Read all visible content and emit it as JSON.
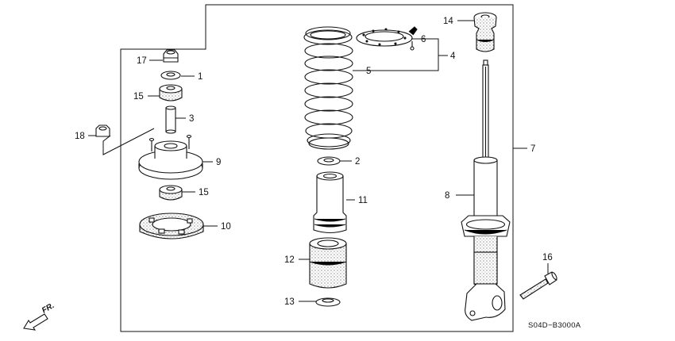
{
  "diagram": {
    "code": "S04D−B3000A",
    "direction_label": "FR.",
    "callouts": [
      "1",
      "2",
      "3",
      "4",
      "5",
      "6",
      "7",
      "8",
      "9",
      "10",
      "11",
      "12",
      "13",
      "14",
      "15",
      "15",
      "16",
      "17",
      "18"
    ]
  }
}
